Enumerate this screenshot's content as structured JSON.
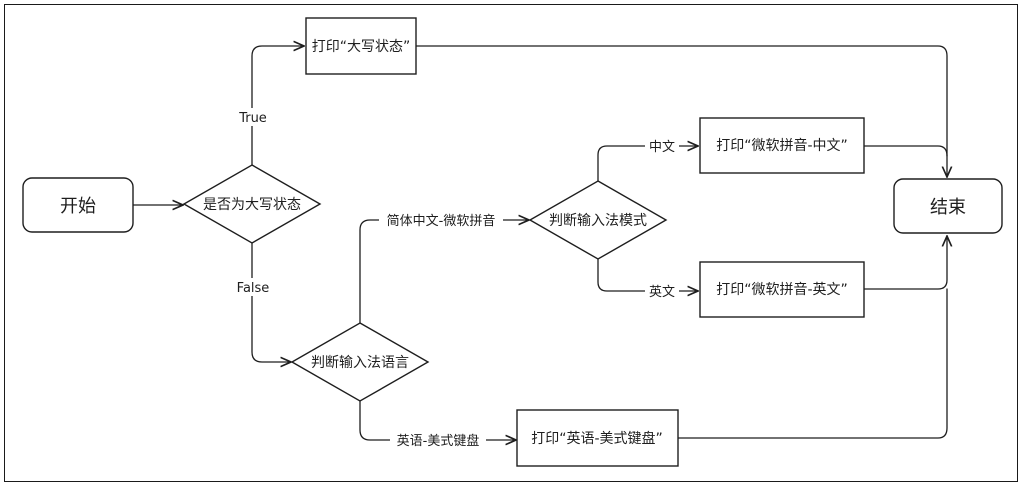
{
  "diagram": {
    "nodes": {
      "start": {
        "label": "开始",
        "shape": "rounded-rect"
      },
      "check_caps": {
        "label": "是否为大写状态",
        "shape": "diamond"
      },
      "print_caps": {
        "label": "打印“大写状态”",
        "shape": "rect"
      },
      "check_language": {
        "label": "判断输入法语言",
        "shape": "diamond"
      },
      "check_mode": {
        "label": "判断输入法模式",
        "shape": "diamond"
      },
      "print_ms_cn": {
        "label": "打印“微软拼音-中文”",
        "shape": "rect"
      },
      "print_ms_en": {
        "label": "打印“微软拼音-英文”",
        "shape": "rect"
      },
      "print_us_kbd": {
        "label": "打印“英语-美式键盘”",
        "shape": "rect"
      },
      "end": {
        "label": "结束",
        "shape": "rounded-rect"
      }
    },
    "edges": {
      "start_to_caps": {
        "from": "start",
        "to": "check_caps",
        "label": ""
      },
      "caps_true": {
        "from": "check_caps",
        "to": "print_caps",
        "label": "True"
      },
      "caps_false": {
        "from": "check_caps",
        "to": "check_language",
        "label": "False"
      },
      "lang_ms_pinyin": {
        "from": "check_language",
        "to": "check_mode",
        "label": "简体中文-微软拼音"
      },
      "lang_us_kbd": {
        "from": "check_language",
        "to": "print_us_kbd",
        "label": "英语-美式键盘"
      },
      "mode_cn": {
        "from": "check_mode",
        "to": "print_ms_cn",
        "label": "中文"
      },
      "mode_en": {
        "from": "check_mode",
        "to": "print_ms_en",
        "label": "英文"
      },
      "caps_to_end": {
        "from": "print_caps",
        "to": "end",
        "label": ""
      },
      "cn_to_end": {
        "from": "print_ms_cn",
        "to": "end",
        "label": ""
      },
      "en_to_end": {
        "from": "print_ms_en",
        "to": "end",
        "label": ""
      },
      "us_to_end": {
        "from": "print_us_kbd",
        "to": "end",
        "label": ""
      }
    }
  }
}
